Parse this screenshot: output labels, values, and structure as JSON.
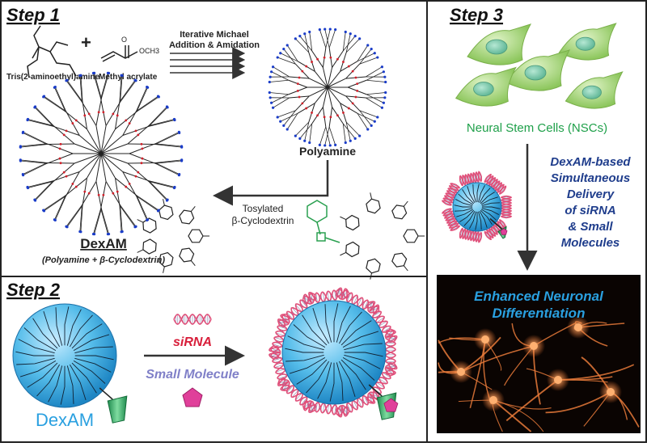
{
  "step1": {
    "title": "Step 1",
    "reagent_amine": "Tris(2-aminoethyl)amine",
    "reagent_acrylate": "Methyl acrylate",
    "reaction_line1": "Iterative Michael",
    "reaction_line2": "Addition & Amidation",
    "product_polyamine": "Polyamine",
    "tosyl_line1": "Tosylated",
    "tosyl_line2": "β-Cyclodextrin",
    "dexam_label": "DexAM",
    "dexam_sub": "(Polyamine + β-Cyclodextrin)",
    "plus_sign": "+",
    "och3": "OCH3",
    "carbonyl_o": "O"
  },
  "step2": {
    "title": "Step 2",
    "sirna_label": "siRNA",
    "small_molecule_label": "Small Molecule",
    "dexam_label": "DexAM"
  },
  "step3": {
    "title": "Step 3",
    "cells_label": "Neural Stem Cells (NSCs)",
    "delivery_lines": [
      "DexAM-based",
      "Simultaneous",
      "Delivery",
      "of siRNA",
      "& Small",
      "Molecules"
    ],
    "outcome_line1": "Enhanced Neuronal",
    "outcome_line2": "Differentiation"
  },
  "colors": {
    "nanoparticle": "#4cb7e6",
    "cyclodextrin": "#2fae6a",
    "sirna": "#e0507a",
    "small_molecule": "#e0409a",
    "cells": "#a6d87a",
    "cells_text": "#1fa04a",
    "delivery_text": "#1f3d8c",
    "outcome_text": "#2aa0e0",
    "amine_blue": "#1a3cc8",
    "oxygen_red": "#d0202a"
  },
  "icons": [
    "dendrimer-icon",
    "cyclodextrin-icon",
    "sirna-helix-icon",
    "small-molecule-pentagon-icon",
    "stem-cell-icon",
    "neuron-image"
  ]
}
